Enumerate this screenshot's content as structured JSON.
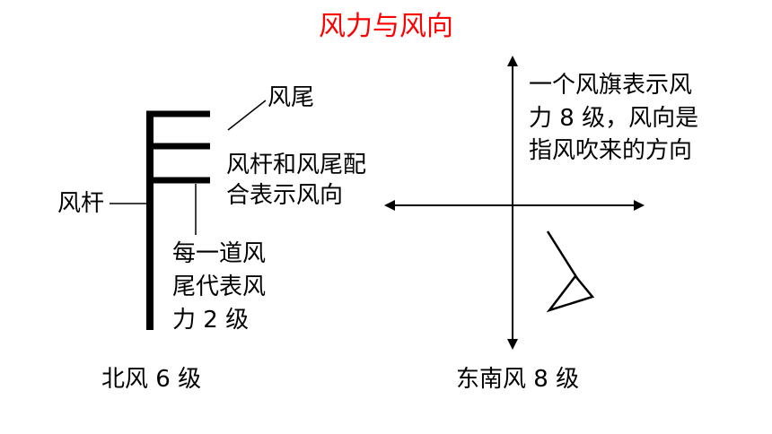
{
  "title": "风力与风向",
  "left_panel": {
    "shaft_label": "风杆",
    "tail_label": "风尾",
    "combo_lines": [
      "风杆和风尾配",
      "合表示风向"
    ],
    "each_lines": [
      "每一道风",
      "尾代表风",
      "力 2 级"
    ],
    "caption": "北风 6 级"
  },
  "right_panel": {
    "note_lines": [
      "一个风旗表示风",
      "力 8 级，风向是",
      "指风吹来的方向"
    ],
    "caption": "东南风 8 级"
  },
  "colors": {
    "title": "#ff0000",
    "ink": "#000000"
  }
}
